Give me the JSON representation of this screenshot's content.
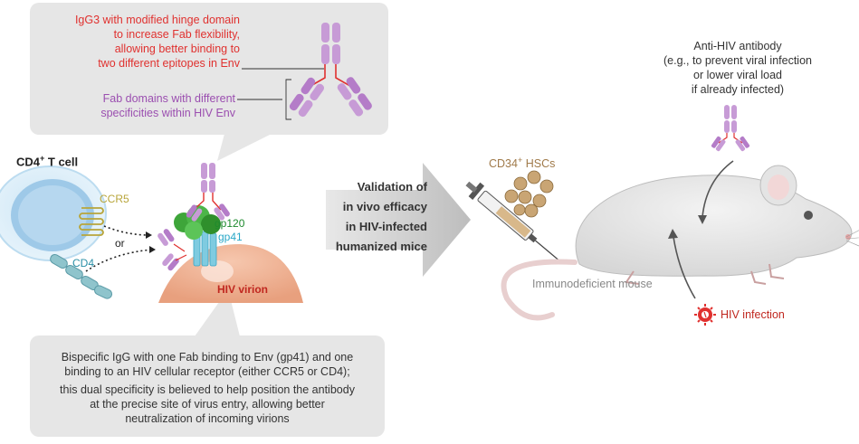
{
  "top_box": {
    "red_lines": [
      "IgG3 with modified hinge domain",
      "to increase Fab flexibility,",
      "allowing better binding to",
      "two different epitopes in Env"
    ],
    "purple_lines": [
      "Fab domains with different",
      "specificities within HIV Env"
    ]
  },
  "cell": {
    "title_main": "CD4",
    "title_sup": "+",
    "title_rest": " T cell",
    "ccr5": "CCR5",
    "or": "or",
    "cd4": "CD4"
  },
  "virion": {
    "gp120": "gp120",
    "gp41": "gp41",
    "label": "HIV virion"
  },
  "bottom_box": {
    "lines_a": [
      "Bispecific IgG with one Fab binding to Env (gp41) and one",
      "binding to an HIV cellular receptor (either CCR5 or CD4);"
    ],
    "lines_b": [
      "this dual specificity is believed to help position the antibody",
      "at the precise site of virus entry, allowing better",
      "neutralization of incoming virions"
    ]
  },
  "arrow_text": [
    "Validation of",
    "in vivo efficacy",
    "in HIV-infected",
    "humanized mice"
  ],
  "hscs": {
    "main": "CD34",
    "sup": "+",
    "rest": " HSCs"
  },
  "antibody_note": [
    "Anti-HIV antibody",
    "(e.g., to prevent viral infection",
    "or lower viral load",
    "if already infected)"
  ],
  "mouse_label": "Immunodeficient mouse",
  "infection_label": "HIV infection",
  "colors": {
    "red": "#e0312f",
    "purple": "#9b4fb0",
    "green": "#1e8a2e",
    "cyan": "#2aa8c8",
    "box_gray": "#e6e6e6",
    "tan": "#a07a4a"
  }
}
